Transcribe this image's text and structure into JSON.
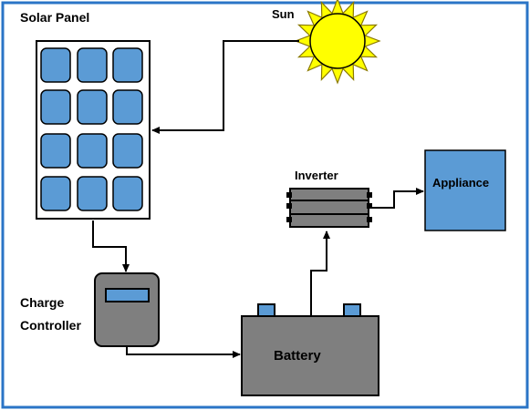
{
  "labels": {
    "solar_panel": "Solar Panel",
    "sun": "Sun",
    "inverter": "Inverter",
    "appliance": "Appliance",
    "charge_line1": "Charge",
    "charge_line2": "Controller",
    "battery": "Battery"
  },
  "colors": {
    "border": "#2a74c6",
    "cell_fill": "#5b9bd5",
    "gray_fill": "#7f7f7f",
    "sun_fill": "#ffff00",
    "appliance_fill": "#5b9bd5"
  }
}
